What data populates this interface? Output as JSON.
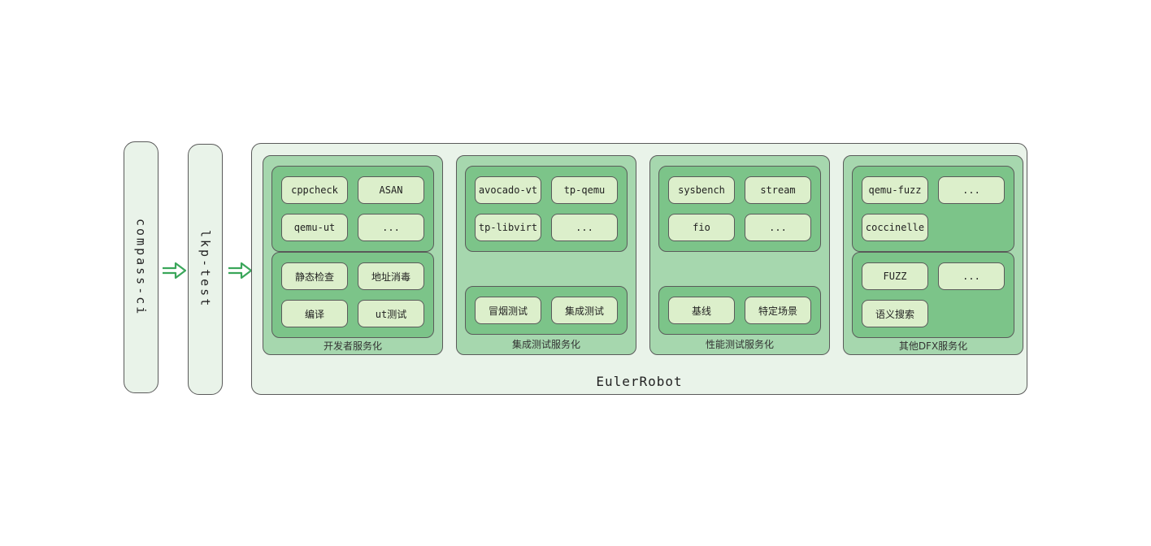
{
  "colors": {
    "node_fill": "#e9f3e9",
    "container_fill": "#e9f3e9",
    "group_fill": "#a6d7ae",
    "subbox_fill": "#7cc489",
    "chip_fill": "#dcefcb",
    "border": "#5a5a5a",
    "arrow": "#3aa65a"
  },
  "left_nodes": [
    {
      "label": "compass-ci"
    },
    {
      "label": "lkp-test"
    }
  ],
  "arrows": [
    {
      "name": "flow-arrow-1"
    },
    {
      "name": "flow-arrow-2"
    }
  ],
  "container": {
    "label": "EulerRobot",
    "groups": [
      {
        "label": "开发者服务化",
        "tools": [
          "cppcheck",
          "ASAN",
          "qemu-ut",
          "..."
        ],
        "services": [
          "静态检查",
          "地址消毒",
          "编译",
          "ut测试"
        ]
      },
      {
        "label": "集成测试服务化",
        "tools": [
          "avocado-vt",
          "tp-qemu",
          "tp-libvirt",
          "..."
        ],
        "services": [
          "冒烟测试",
          "集成测试"
        ]
      },
      {
        "label": "性能测试服务化",
        "tools": [
          "sysbench",
          "stream",
          "fio",
          "..."
        ],
        "services": [
          "基线",
          "特定场景"
        ]
      },
      {
        "label": "其他DFX服务化",
        "tools": [
          "qemu-fuzz",
          "...",
          "coccinelle"
        ],
        "services": [
          "FUZZ",
          "...",
          "语义搜索"
        ]
      }
    ]
  }
}
